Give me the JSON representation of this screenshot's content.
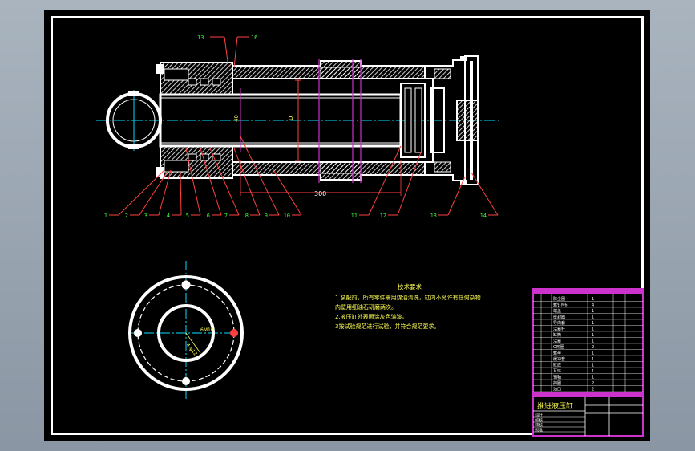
{
  "drawing": {
    "dimensions": {
      "diameter": "40",
      "diameter_piston": "D",
      "stroke": "300",
      "bolt_circle": "6M10",
      "angle": "4-φ12"
    },
    "callouts_top": [
      "13",
      "16"
    ],
    "callouts_bottom": [
      "1",
      "2",
      "3",
      "4",
      "5",
      "6",
      "7",
      "8",
      "9",
      "10",
      "11",
      "12",
      "13",
      "14"
    ]
  },
  "tech_requirements": {
    "title": "技术要求",
    "lines": [
      "1.装配前，所有零件需用煤油清洗，缸内不允许有任何杂物",
      "内壁用细油石研磨两次。",
      "2.液压缸外表面涂灰色油漆。",
      "3按试验规范进行试验，并符合规范要求。"
    ]
  },
  "title_block": {
    "product_name": "推进液压缸",
    "parts": [
      {
        "name": "防尘圈",
        "qty": "1"
      },
      {
        "name": "螺钉M6",
        "qty": "4"
      },
      {
        "name": "端盖",
        "qty": "1"
      },
      {
        "name": "密封圈",
        "qty": "1"
      },
      {
        "name": "导向套",
        "qty": "1"
      },
      {
        "name": "活塞杆",
        "qty": "1"
      },
      {
        "name": "缸筒",
        "qty": "1"
      },
      {
        "name": "活塞",
        "qty": "1"
      },
      {
        "name": "O形圈",
        "qty": "2"
      },
      {
        "name": "螺母",
        "qty": "1"
      },
      {
        "name": "缓冲套",
        "qty": "1"
      },
      {
        "name": "缸底",
        "qty": "1"
      },
      {
        "name": "耳环",
        "qty": "1"
      },
      {
        "name": "销轴",
        "qty": "1"
      },
      {
        "name": "挡圈",
        "qty": "2"
      },
      {
        "name": "油口",
        "qty": "2"
      }
    ],
    "footer_rows": [
      "设计",
      "校核",
      "审核",
      "批准"
    ]
  },
  "colors": {
    "line": "#ffffff",
    "center": "#00e0ff",
    "callout": "#ff2020",
    "dimension": "#ffff55",
    "accent": "#cc33cc",
    "green_text": "#33ff33",
    "hatch": "#ffffff"
  }
}
